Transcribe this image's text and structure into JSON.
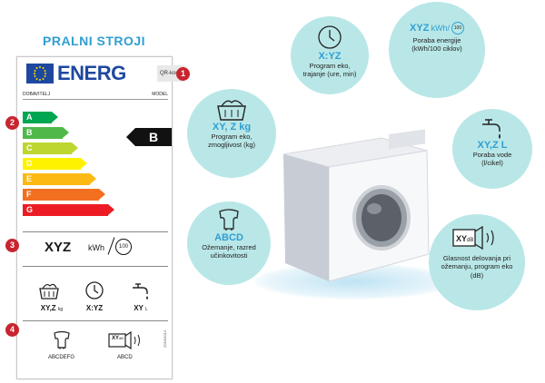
{
  "title": "PRALNI STROJI",
  "label": {
    "brand_text": "ENERG",
    "qr_text": "QR-koda",
    "supplier": "DOBAVITELJ",
    "model": "MODEL",
    "classes": [
      "A",
      "B",
      "C",
      "D",
      "E",
      "F",
      "G"
    ],
    "current_class": "B",
    "energy_value": "XYZ",
    "energy_unit": "kWh",
    "cycles": "100",
    "weight_value": "XY,Z",
    "weight_unit": "kg",
    "duration_value": "X:YZ",
    "water_value": "XY",
    "water_unit": "L",
    "spin_scale": "ABCDEFG",
    "noise_value": "XY",
    "noise_unit": "dB",
    "noise_scale": "ABCD",
    "side_code": "2019/2014",
    "markers": [
      "1",
      "2",
      "3",
      "4"
    ]
  },
  "bubbles": {
    "program_time": {
      "value": "X:YZ",
      "text": "Program eko, trajanje (ure, min)"
    },
    "energy": {
      "value": "XYZ",
      "unit": "kWh/",
      "cycles": "100",
      "text": "Poraba energije (kWh/100 ciklov)"
    },
    "capacity": {
      "value": "XY, Z kg",
      "text": "Program eko, zmogljivost (kg)"
    },
    "water": {
      "value": "XY,Z L",
      "text": "Poraba vode (l/cikel)"
    },
    "spin": {
      "value": "ABCD",
      "text": "Ožemanje, razred učinkovitosti"
    },
    "noise": {
      "value": "XY",
      "unit": "dB",
      "text": "Glasnost delovanja pri ožemanju, program eko (dB)"
    }
  },
  "colors": {
    "accent": "#2f9fd3",
    "bubble": "#b9e7e7",
    "marker": "#c8252f",
    "eu_blue": "#1e48a0",
    "class_colors": [
      "#00a651",
      "#50b848",
      "#bed630",
      "#fff200",
      "#fdb913",
      "#f37021",
      "#ed1c24"
    ]
  },
  "icons": [
    "eu-flag-icon",
    "clock-icon",
    "basket-icon",
    "faucet-icon",
    "shirt-icon",
    "speaker-icon",
    "washing-machine-illustration"
  ]
}
